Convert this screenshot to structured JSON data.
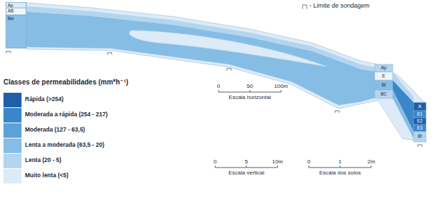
{
  "diagram": {
    "nodes": [
      {
        "text": [
          "Ap"
        ]
      },
      {
        "text": [
          "AB"
        ]
      },
      {
        "text": [
          "Bw"
        ]
      }
    ],
    "labels": [
      "Classes de permeabilidades (mm*h⁻¹)",
      "0",
      "50",
      "100m",
      "Escala horizontal",
      "0",
      "5",
      "10m",
      "Escala vertical",
      "0",
      "1",
      "2m",
      "Escala dos solos",
      "Ap",
      "E",
      "Bt",
      "BC",
      "A",
      "E1",
      "E2",
      "E3",
      "Bt"
    ],
    "legend": [
      {
        "text": "- Limite de sondagem"
      },
      {
        "text": "Rápida (>254)",
        "color": "#1f5fa8"
      },
      {
        "text": "Moderada a rápida (254 - 217)",
        "color": "#3a86c8"
      },
      {
        "text": "Moderada (127 - 63,5)",
        "color": "#5aa3d9"
      },
      {
        "text": "Lenta a moderada (63,5 - 20)",
        "color": "#86bde5"
      },
      {
        "text": "Lenta (20 - 5)",
        "color": "#b4d5ef"
      },
      {
        "text": "Muito lenta (<5)",
        "color": "#dcebf7"
      }
    ]
  }
}
